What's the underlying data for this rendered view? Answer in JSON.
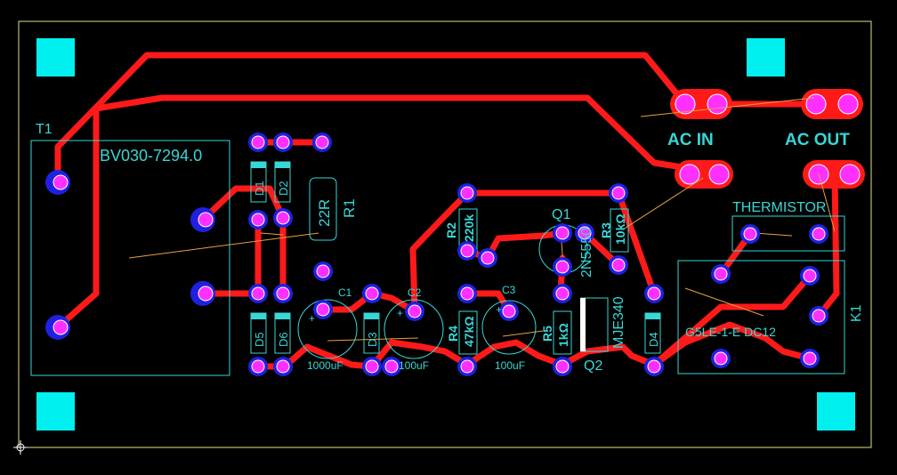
{
  "colors": {
    "background": "#000000",
    "board_outline": "#e6e07a",
    "trace": "#ff1a1a",
    "pad_ring": "#ff1a1a",
    "via_hole": "#2020e0",
    "pad_center": "#ff30ff",
    "silkscreen": "#39d6d6",
    "mounting_pad": "#00f0f0",
    "ratsnest": "#e8a040"
  },
  "board": {
    "transformer": {
      "ref": "T1",
      "part": "BV030-7294.0"
    },
    "connectors": {
      "ac_in": "AC IN",
      "ac_out": "AC OUT"
    },
    "thermistor": {
      "label": "THERMISTOR"
    },
    "relay": {
      "ref": "K1",
      "part": "G5LE-1-E DC12"
    },
    "resistors": {
      "r1": {
        "ref": "R1",
        "value": "22R"
      },
      "r2": {
        "ref": "R2",
        "value": "220k"
      },
      "r3": {
        "ref": "R3",
        "value": "10kΩ"
      },
      "r4": {
        "ref": "R4",
        "value": "47kΩ"
      },
      "r5": {
        "ref": "R5",
        "value": "1kΩ"
      }
    },
    "diodes": {
      "d1": "D1",
      "d2": "D2",
      "d3": "D3",
      "d4": "D4",
      "d5": "D5",
      "d6": "D6"
    },
    "capacitors": {
      "c1": {
        "ref": "C1",
        "value": "1000uF"
      },
      "c2": {
        "ref": "C2",
        "value": "100uF"
      },
      "c3": {
        "ref": "C3",
        "value": "100uF"
      }
    },
    "transistors": {
      "q1": {
        "ref": "Q1",
        "part": "2N5550"
      },
      "q2": {
        "ref": "Q2",
        "part": "MJE340"
      }
    },
    "polarity_mark": "+"
  }
}
